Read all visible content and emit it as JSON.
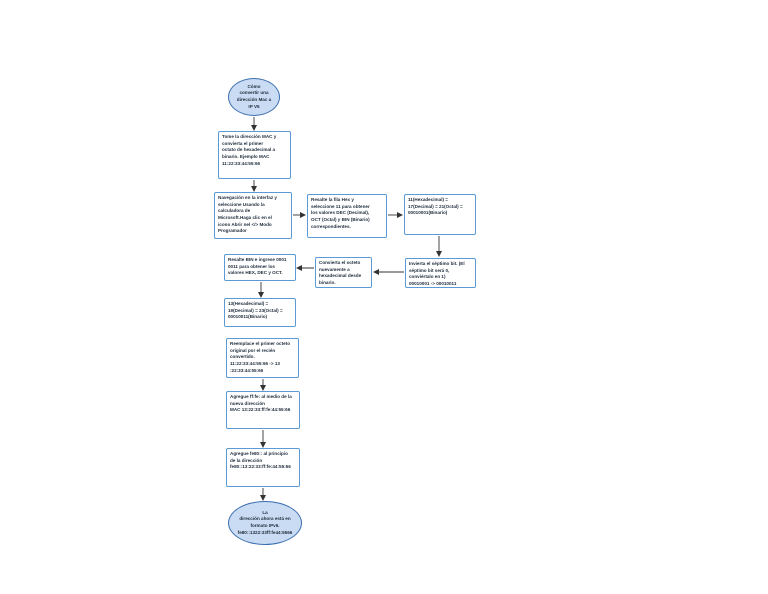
{
  "colors": {
    "box_border": "#5b9bd5",
    "oval_fill": "#c9dcf3",
    "oval_border": "#3d6fb0",
    "edge": "#333333"
  },
  "nodes": {
    "start": "Cómo\nconvertir una\ndirección Mac a\nIP V6",
    "step1": "Tome la dirección MAC y\nconvierta el primer\noctato de hexadecimal a\nbinario. Ejemplo MAC\n11:22:33:44:55:66",
    "step2": "Navegación en la interfaz y\nseleccione Usando la\ncalculadora de\nMicrosoft.Haga clic en el\nicono Abrir nel </> Modo\nProgramador",
    "step3": "Resalte la fila Hex y\nseleccione 11 para obtener\nlos valores DEC (Decimal),\nOCT (Octal) y BIN (Binario)\ncorrespondientes.",
    "step4": "11(Hexadecimal) =\n17(Decimal) = 21(Octal) =\n00010001(Binario)",
    "step5": "Invierta el séptimo bit. (El\nséptimo bit será 0,\nconviértalo en 1)\n00010001 -> 00010011",
    "step6": "Convierta el octeto\nnuevamente a\nhexadecimal desde\nbinario.",
    "step7": "Resalte BIN e ingrese 0001\n0011 para obtener los\nvalores HEX, DEC y OCT.",
    "step8": "13(Hexadecimal) =\n19(Decimal) = 23(Octal) =\n00010011(Binario)",
    "step9": "Reemplace el primer octeto\noriginal por el recién\nconvertido.\n11:22:33:44:55:66 -> 13\n:22:33:44:55:66",
    "step10": "Agregue ff:fe: al medio de la\nnueva dirección\nMAC 13:22:33:ff:fe:44:55:66",
    "step11": "Agregue fe80:: al principio\nde la dirección\nfe80::13:22:33:ff:fe:44:55:66",
    "end": "La\ndirección ahora está en\nformato IPv6.\nfe80::1322:33ff:fe44:5566"
  }
}
